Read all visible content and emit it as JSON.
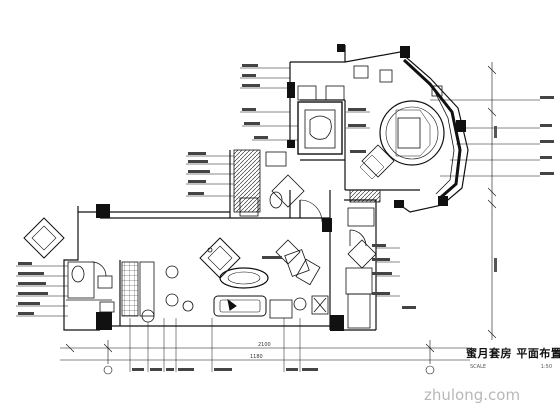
{
  "title": {
    "main": "蜜月套房 平面布置图",
    "scale_label": "SCALE",
    "scale_value": "1:50"
  },
  "watermark": "zhulong.com",
  "dimensions": {
    "bottom": [
      "2100",
      "1180"
    ]
  }
}
